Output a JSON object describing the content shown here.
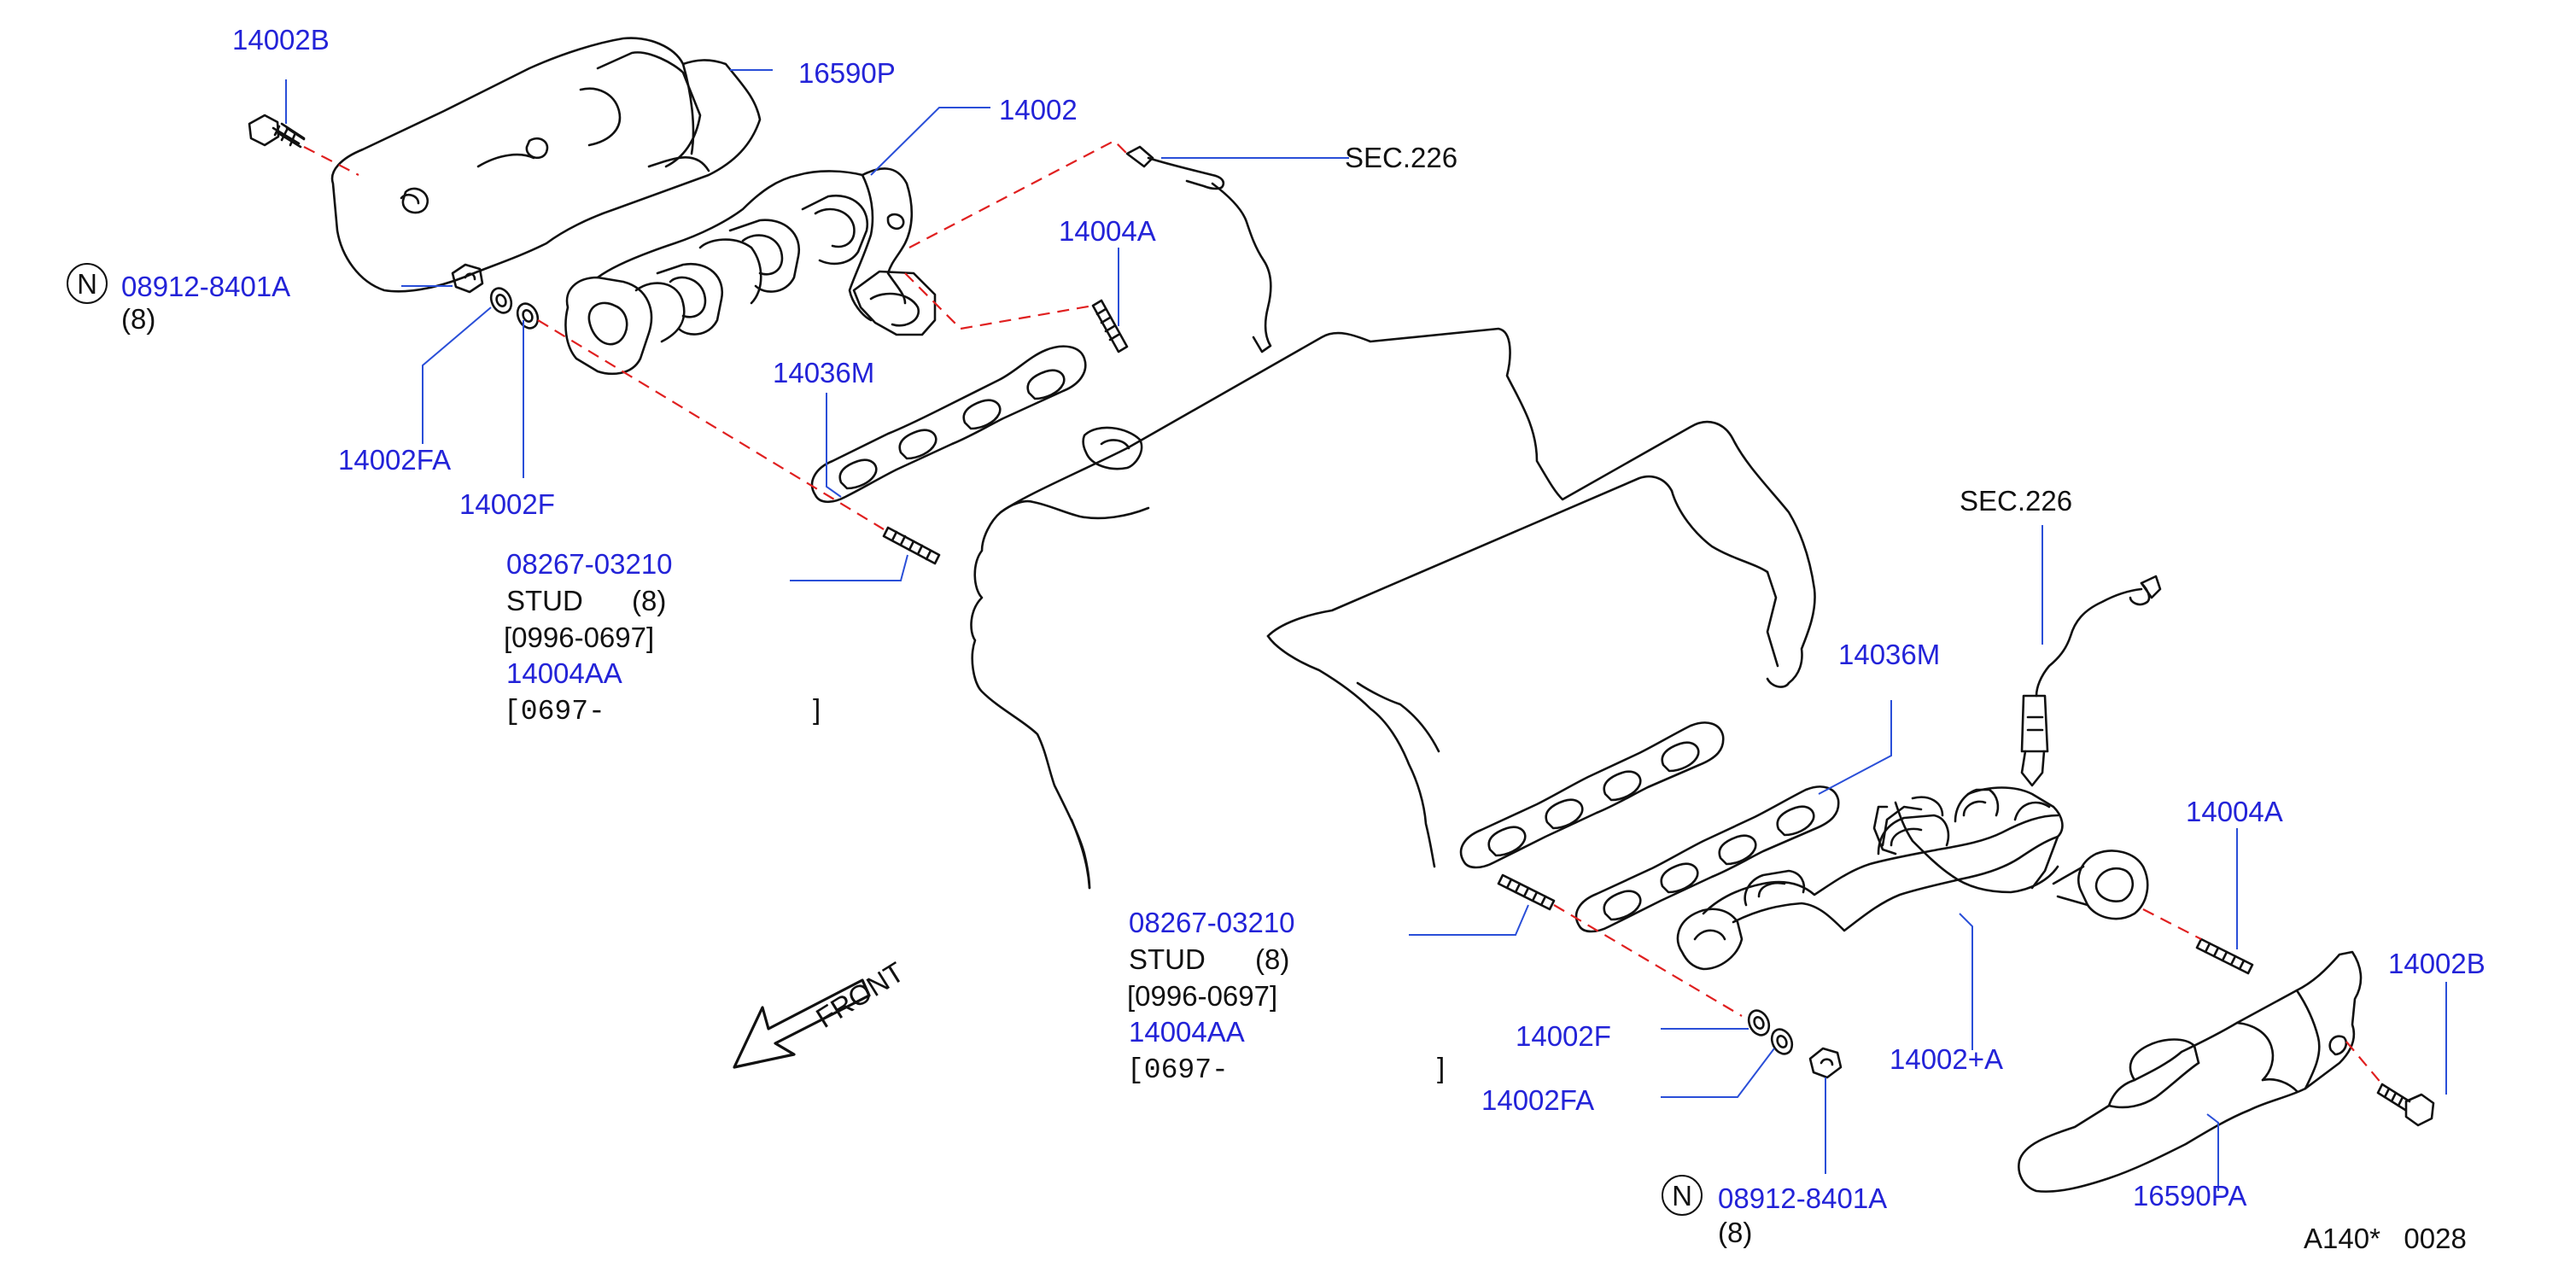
{
  "labels": {
    "heat_insulator_bolt_left": "14002B",
    "heat_insulator_left": "16590P",
    "manifold_left": "14002",
    "sensor_section_left": "SEC.226",
    "stud_left": "14004A",
    "nut_left_code": "08912-8401A",
    "nut_left_qty": "(8)",
    "nut_symbol": "N",
    "washer_fa_left": "14002FA",
    "washer_f_left": "14002F",
    "gasket_left": "14036M",
    "stud_group_left": {
      "code": "08267-03210",
      "name": "STUD",
      "qty": "(8)",
      "range1": "[0996-0697]",
      "alt_code": "14004AA",
      "range2_open": "[0697-",
      "range2_close": "]"
    },
    "sensor_section_right": "SEC.226",
    "gasket_right": "14036M",
    "stud_right": "14004A",
    "heat_insulator_bolt_right": "14002B",
    "stud_group_right": {
      "code": "08267-03210",
      "name": "STUD",
      "qty": "(8)",
      "range1": "[0996-0697]",
      "alt_code": "14004AA",
      "range2_open": "[0697-",
      "range2_close": "]"
    },
    "washer_f_right": "14002F",
    "manifold_right": "14002+A",
    "washer_fa_right": "14002FA",
    "heat_insulator_right": "16590PA",
    "nut_right_code": "08912-8401A",
    "nut_right_qty": "(8)",
    "front_arrow": "FRONT",
    "diagram_ref": "A140*   0028"
  },
  "colors": {
    "label_blue": "#2323d8",
    "leader_blue": "#2a4fd8",
    "dash_red": "#e02020",
    "outline": "#111111"
  }
}
